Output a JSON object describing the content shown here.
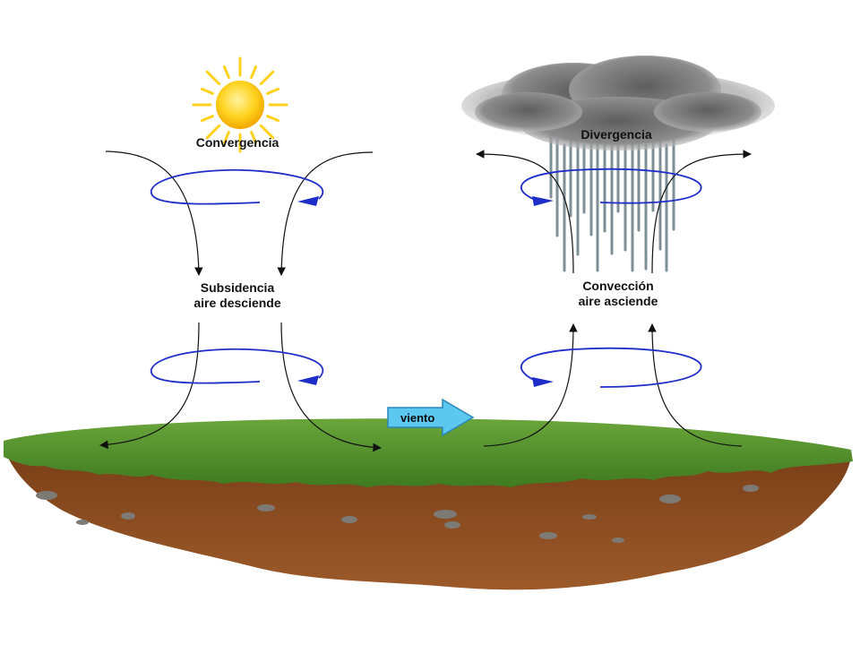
{
  "labels": {
    "convergence": "Convergencia",
    "divergence": "Divergencia",
    "subsidence": [
      "Subsidencia",
      "aire desciende"
    ],
    "convection": [
      "Convección",
      "aire asciende"
    ],
    "wind": "viento"
  },
  "icons": {
    "sun": "sun-icon",
    "cloud": "rain-cloud-icon",
    "wind_arrow": "right-arrow-icon"
  },
  "colors": {
    "grass": "#4f8f2a",
    "soil": "#8a4e22",
    "circulation": "#1f2ec9",
    "flow_arrow": "#111111",
    "wind_arrow": "#5cc8f0",
    "sun": "#ffd21e",
    "cloud": "#8a8a8a",
    "rain": "#7e8f96"
  }
}
